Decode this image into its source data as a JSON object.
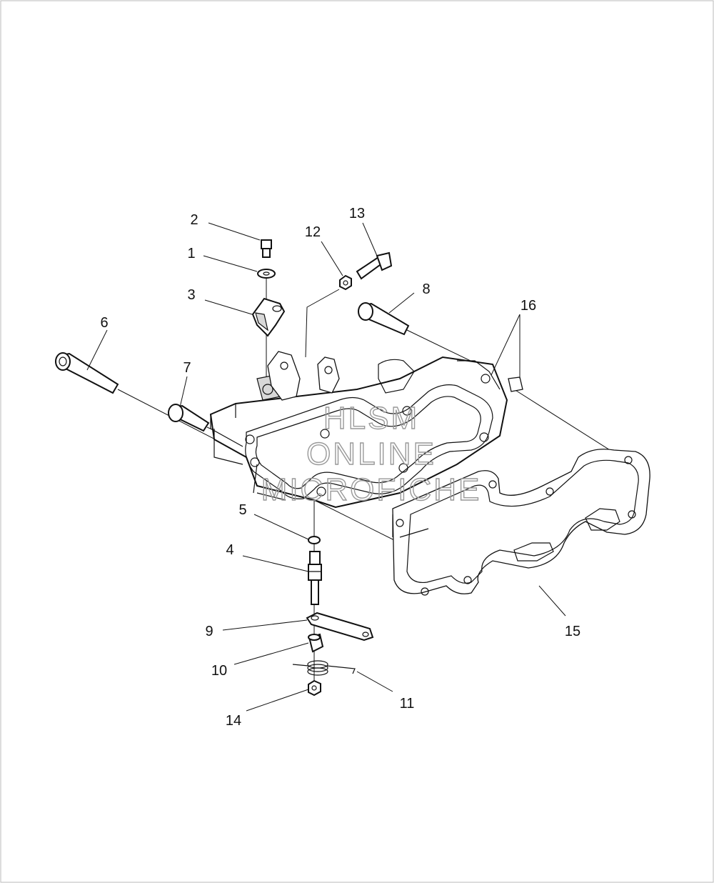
{
  "diagram": {
    "colors": {
      "line": "#111111",
      "background": "#ffffff",
      "watermark": "#999999"
    },
    "callouts": [
      {
        "id": "1",
        "label": "1"
      },
      {
        "id": "2",
        "label": "2"
      },
      {
        "id": "3",
        "label": "3"
      },
      {
        "id": "4",
        "label": "4"
      },
      {
        "id": "5",
        "label": "5"
      },
      {
        "id": "6",
        "label": "6"
      },
      {
        "id": "7",
        "label": "7"
      },
      {
        "id": "8",
        "label": "8"
      },
      {
        "id": "9",
        "label": "9"
      },
      {
        "id": "10",
        "label": "10"
      },
      {
        "id": "11",
        "label": "11"
      },
      {
        "id": "12",
        "label": "12"
      },
      {
        "id": "13",
        "label": "13"
      },
      {
        "id": "14",
        "label": "14"
      },
      {
        "id": "15",
        "label": "15"
      },
      {
        "id": "16",
        "label": "16"
      }
    ],
    "watermark": [
      "HLSM",
      "ONLINE",
      "MICROFICHE"
    ]
  }
}
